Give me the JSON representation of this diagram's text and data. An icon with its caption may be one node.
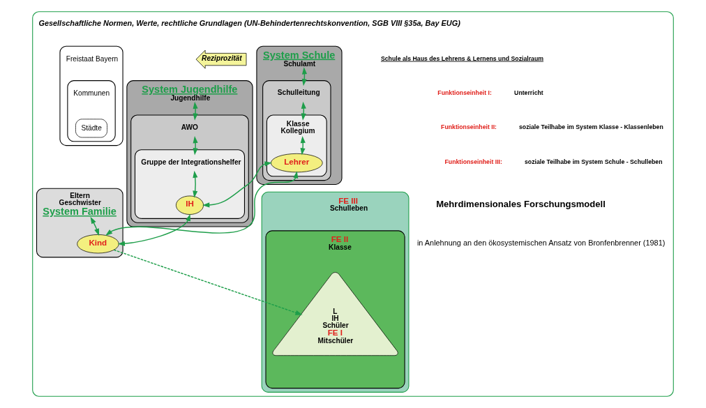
{
  "diagram": {
    "nodes": [
      {
        "text": [
          "Gesellschaftliche Normen, Werte, rechtliche Grundlagen (UN-Behindertenrechtskonvention, SGB VIII §35a, Bay EUG)"
        ]
      },
      {
        "text": [
          "System Schule",
          "Schulamt"
        ],
        "in": 0
      },
      {
        "text": [
          "Schulleitung"
        ],
        "in": 1
      },
      {
        "text": [
          "Klasse",
          "Kollegium"
        ],
        "in": 2
      },
      {
        "text": [
          "Lehrer"
        ],
        "in": 3
      },
      {
        "text": [
          "Freistaat Bayern"
        ],
        "in": 0
      },
      {
        "text": [
          "Kommunen"
        ],
        "in": 5
      },
      {
        "text": [
          "Städte"
        ],
        "in": 6
      },
      {
        "text": [
          "System Jugendhilfe",
          "Jugendhilfe"
        ],
        "in": 0
      },
      {
        "text": [
          "AWO"
        ],
        "in": 8
      },
      {
        "text": [
          "Gruppe der Integrationshelfer"
        ],
        "in": 9
      },
      {
        "text": [
          "IH"
        ],
        "in": 10
      },
      {
        "text": [
          "Reziprozität"
        ],
        "in": 0
      },
      {
        "text": [
          "FE III",
          "Schulleben"
        ],
        "in": 0
      },
      {
        "text": [
          "FE II",
          "Klasse"
        ],
        "in": 13
      },
      {
        "text": [
          "L",
          "IH",
          "Schüler",
          "FE I",
          "Mitschüler"
        ],
        "in": 14
      },
      {
        "text": [
          "Eltern",
          "Geschwister"
        ],
        "beside": [
          "System Familie"
        ],
        "in": 0
      },
      {
        "text": [
          "Kind"
        ],
        "in": 16
      }
    ],
    "edges": [
      {
        "from": 1,
        "to": 2,
        "arrow": "both"
      },
      {
        "from": 2,
        "to": 3,
        "arrow": "both"
      },
      {
        "from": 3,
        "to": 4,
        "arrow": "both"
      },
      {
        "from": 8,
        "to": 9,
        "arrow": "both"
      },
      {
        "from": 9,
        "to": 10,
        "arrow": "both"
      },
      {
        "from": 10,
        "to": 11,
        "arrow": "both"
      },
      {
        "from": 4,
        "to": 11,
        "arrow": "both"
      },
      {
        "from": 4,
        "to": 17,
        "arrow": "both"
      },
      {
        "from": 11,
        "to": 17,
        "arrow": "both"
      },
      {
        "from": 16,
        "to": 17,
        "arrow": "both"
      },
      {
        "from": 17,
        "to": 15,
        "arrow": "to",
        "style": "dashed"
      }
    ],
    "labels": [
      "Schule als Haus des Lehrens & Lernens und Sozialraum",
      "Funktionseinheit I:",
      "Unterricht",
      "Funktionseinheit II:",
      "soziale Teilhabe im System Klasse - Klassenleben",
      "Funktionseinheit III:",
      "soziale Teilhabe im System Schule - Schulleben",
      "Mehrdimensionales Forschungsmodell",
      "in Anlehnung an den ökosystemischen Ansatz von Bronfenbrenner (1981)"
    ]
  }
}
